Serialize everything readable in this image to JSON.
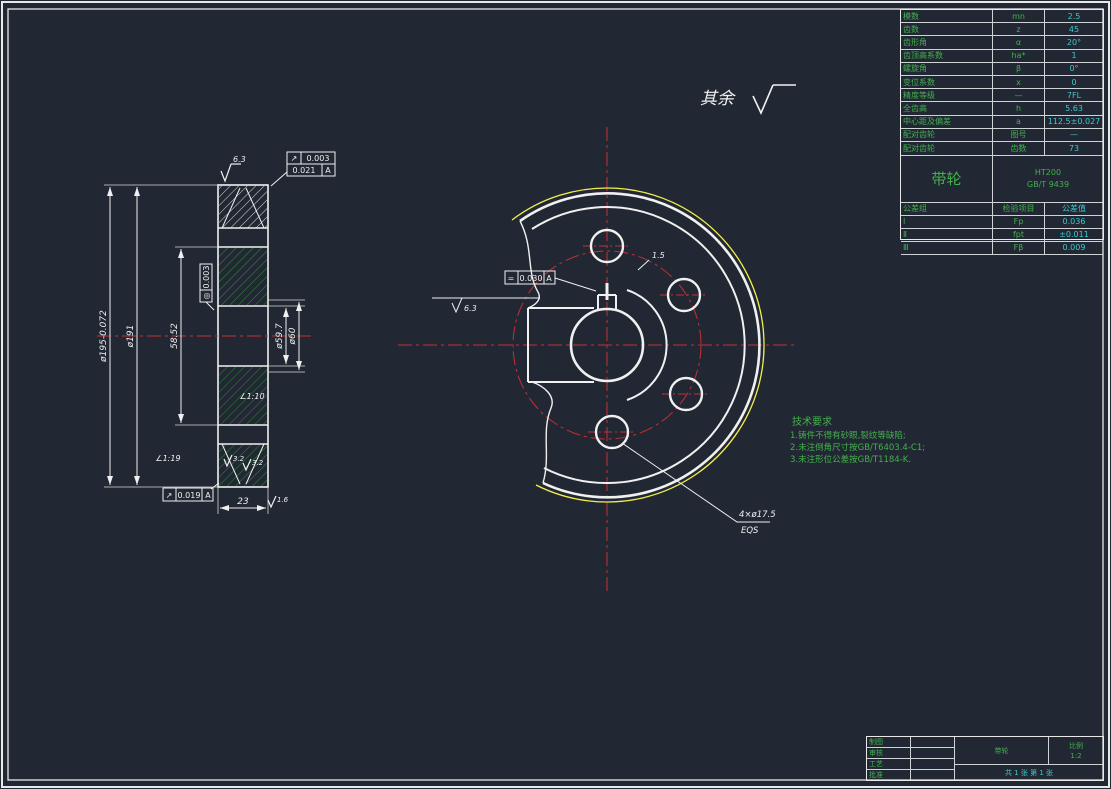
{
  "colors": {
    "background": "#212833",
    "line": "#f0f0f0",
    "centerline_red": "#c53030",
    "hatch_green": "#2e8b3a",
    "highlight_yellow": "#f3ef4a",
    "table_label_green": "#43b04d",
    "table_value_cyan": "#3ec8c8"
  },
  "general_note": {
    "text": "其余"
  },
  "left_view": {
    "dims": {
      "d195": "ø195-0.072",
      "d191": "ø191",
      "d5852": "58.52",
      "d597": "ø59.7",
      "d60": "ø60",
      "w23": "23",
      "taper_right": "∠1:10",
      "taper_left": "∠1:19"
    },
    "finish": {
      "f63": "6.3",
      "f32a": "3.2",
      "f32b": "3.2",
      "f16": "1.6"
    },
    "fcf_top": {
      "sym": "↗",
      "val1": "0.003",
      "val2": "0.021",
      "ref": "A"
    },
    "fcf_mid": {
      "sym": "◎",
      "val": "0.003"
    },
    "fcf_bottom": {
      "sym": "↗",
      "val": "0.019",
      "ref": "A"
    }
  },
  "front_view": {
    "fcf": {
      "sym": "=",
      "val": "0.030",
      "ref": "A"
    },
    "finish63": "6.3",
    "chamfer": "1.5",
    "hole_note1": "4×ø17.5",
    "hole_note2": "EQS"
  },
  "tech_req": {
    "title": "技术要求",
    "lines": [
      "1.铸件不得有砂眼,裂纹等缺陷;",
      "2.未注倒角尺寸按GB/T6403.4-C1;",
      "3.未注形位公差按GB/T1184-K."
    ]
  },
  "param_table": {
    "rows_a": [
      {
        "l": "模数",
        "m": "mn",
        "r": "2.5"
      },
      {
        "l": "齿数",
        "m": "z",
        "r": "45"
      },
      {
        "l": "齿形角",
        "m": "α",
        "r": "20°"
      },
      {
        "l": "齿顶高系数",
        "m": "ha*",
        "r": "1"
      },
      {
        "l": "螺旋角",
        "m": "β",
        "r": "0°"
      },
      {
        "l": "变位系数",
        "m": "x",
        "r": "0"
      },
      {
        "l": "精度等级",
        "m": "—",
        "r": "7FL"
      },
      {
        "l": "全齿高",
        "m": "h",
        "r": "5.63"
      },
      {
        "l": "中心距及偏差",
        "m": "a",
        "r": "112.5±0.027"
      }
    ],
    "rows_b": [
      {
        "l": "配对齿轮",
        "m": "图号",
        "r": "—"
      },
      {
        "l": "配对齿轮",
        "m": "齿数",
        "r": "73"
      }
    ],
    "part_name": "带轮",
    "material_1": "HT200",
    "material_2": "GB/T 9439",
    "rows_c": [
      {
        "l": "公差组",
        "m": "检验项目",
        "r": "公差值"
      },
      {
        "l": "Ⅰ",
        "m": "Fp",
        "r": "0.036"
      },
      {
        "l": "Ⅱ",
        "m": "fpt",
        "r": "±0.011"
      },
      {
        "l": "Ⅲ",
        "m": "Fβ",
        "r": "0.009"
      }
    ]
  },
  "title_block": {
    "left_rows": [
      "制图",
      "审核",
      "工艺",
      "批准"
    ],
    "middle_name": "带轮",
    "scale_label": "比例",
    "scale_value": "1:2",
    "sheet_note": "共 1 张  第 1 张"
  }
}
